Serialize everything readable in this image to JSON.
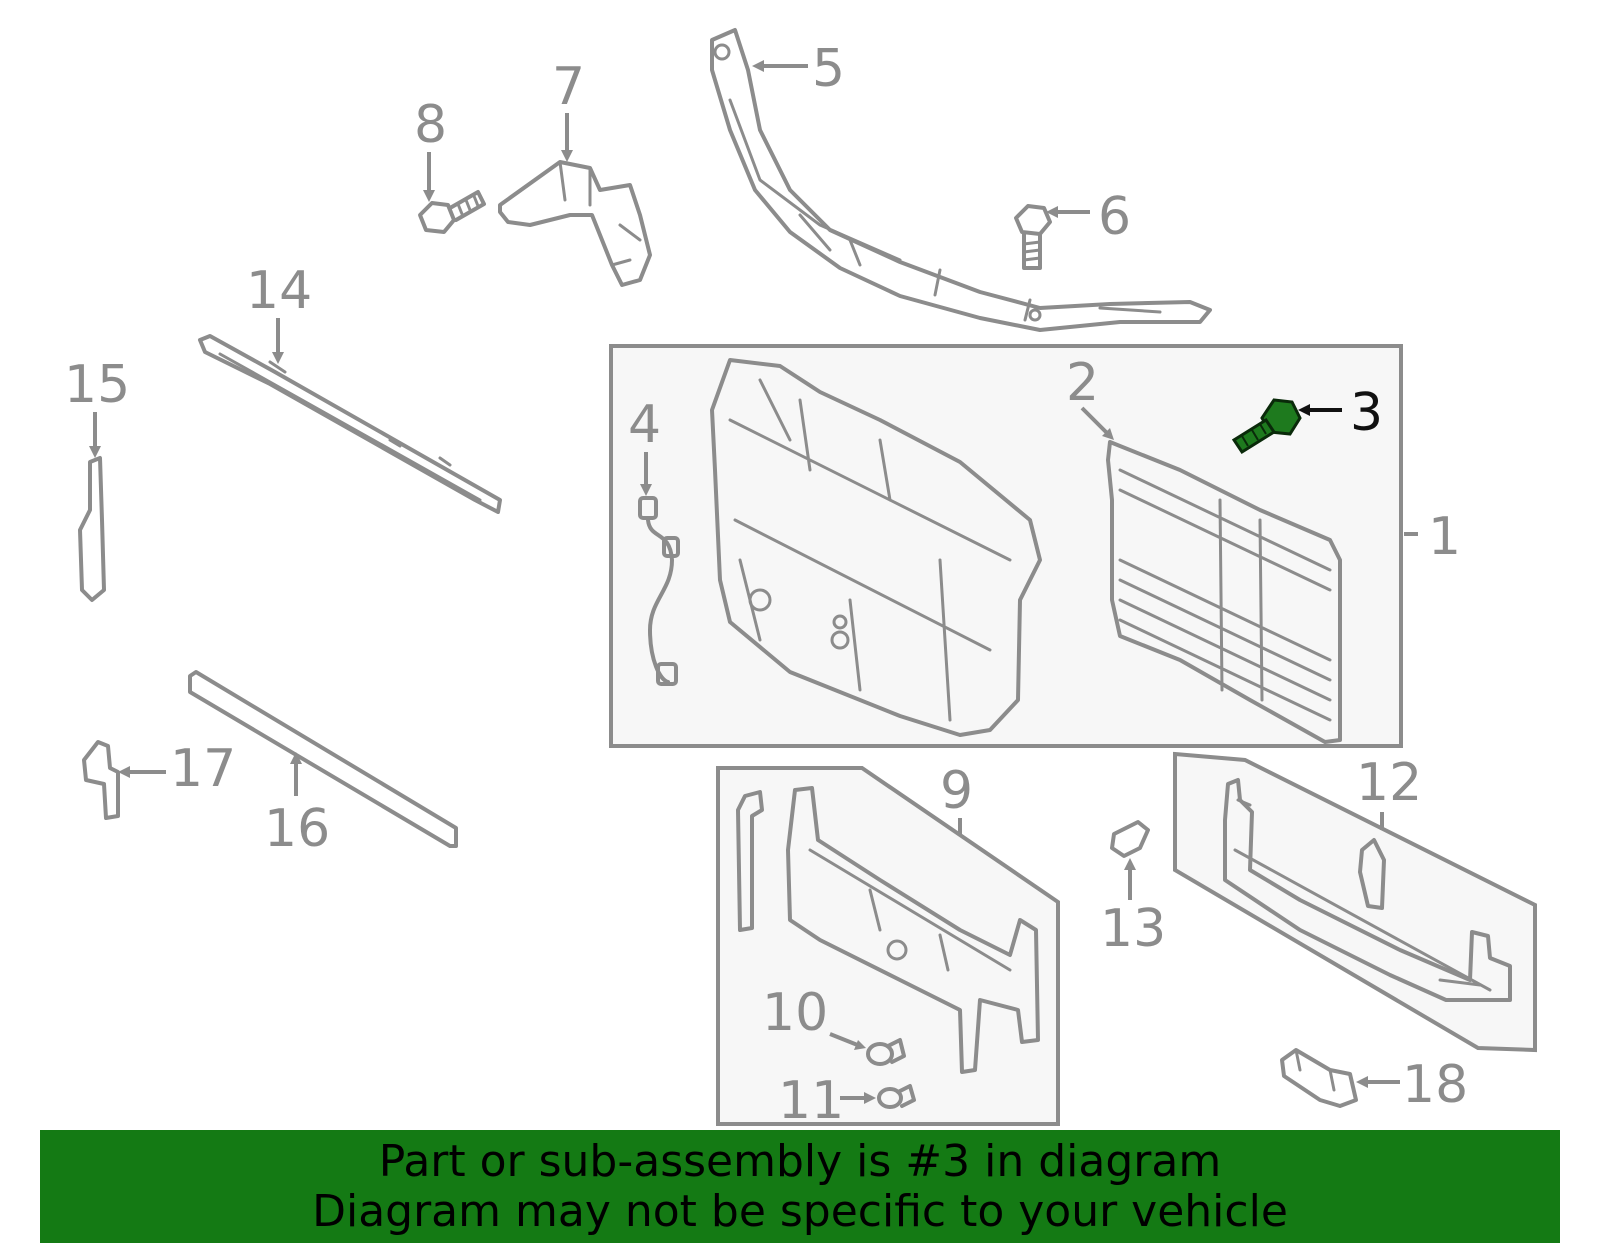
{
  "diagram": {
    "callouts": [
      "1",
      "2",
      "3",
      "4",
      "5",
      "6",
      "7",
      "8",
      "9",
      "10",
      "11",
      "12",
      "13",
      "14",
      "15",
      "16",
      "17",
      "18"
    ],
    "highlight_callout": "3",
    "highlight_color": "#1e7a1e",
    "part_color": "#8c8c8c"
  },
  "banner": {
    "line1": "Part or sub-assembly is #3 in diagram",
    "line2": "Diagram may not be specific to your vehicle",
    "background": "#147a14"
  }
}
